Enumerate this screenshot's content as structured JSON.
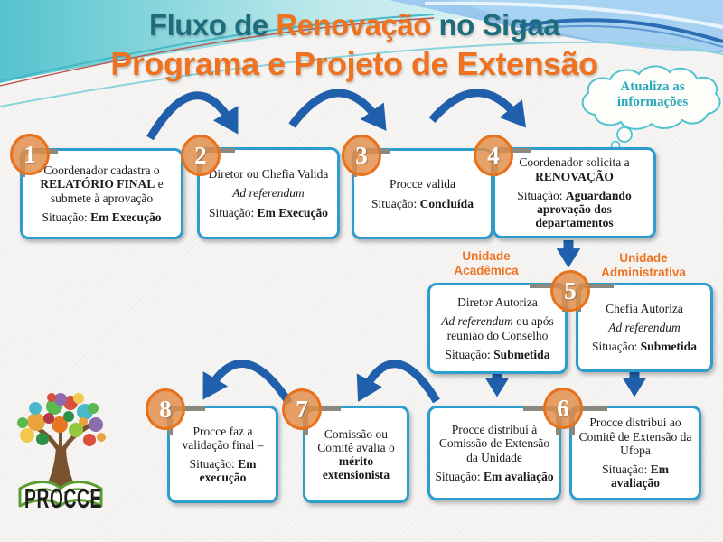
{
  "title": {
    "part1": "Fluxo de ",
    "part2": "Renovação",
    "part3": " no Sigaa",
    "line2": "Programa e Projeto de Extensão"
  },
  "cloud": {
    "line1": "Atualiza as",
    "line2": "informações"
  },
  "branch_labels": {
    "academic": {
      "line1": "Unidade",
      "line2": "Acadêmica"
    },
    "administrative": {
      "line1": "Unidade",
      "line2": "Administrativa"
    }
  },
  "steps": {
    "s1": {
      "num": "1",
      "pre": "Coordenador cadastra o ",
      "bold": "RELATÓRIO FINAL",
      "post": " e submete à aprovação",
      "sit_label": "Situação: ",
      "sit_value": "Em Execução"
    },
    "s2": {
      "num": "2",
      "line1": "Diretor ou Chefia Valida",
      "italic": "Ad referendum",
      "sit_label": "Situação: ",
      "sit_value": "Em Execução"
    },
    "s3": {
      "num": "3",
      "line1": "Procce valida",
      "sit_label": "Situação: ",
      "sit_value": "Concluída"
    },
    "s4": {
      "num": "4",
      "pre": "Coordenador solicita a ",
      "bold": "RENOVAÇÃO",
      "sit_label": "Situação: ",
      "sit_value": "Aguardando aprovação dos departamentos"
    },
    "s5a": {
      "line1": "Diretor Autoriza",
      "italic": "Ad referendum",
      "after_italic": " ou após reunião do Conselho",
      "sit_label": "Situação: ",
      "sit_value": "Submetida"
    },
    "s5b": {
      "num": "5",
      "line1": "Chefia Autoriza",
      "italic": "Ad referendum",
      "sit_label": "Situação: ",
      "sit_value": "Submetida"
    },
    "s6a": {
      "line1": "Procce distribui à Comissão de Extensão da Unidade",
      "sit_label": "Situação: ",
      "sit_value": "Em avaliação"
    },
    "s6b": {
      "num": "6",
      "line1": "Procce distribui ao Comitê de Extensão da Ufopa",
      "sit_label": "Situação: ",
      "sit_value": "Em avaliação"
    },
    "s7": {
      "num": "7",
      "pre": "Comissão ou Comitê avalia o ",
      "bold": "mérito extensionista"
    },
    "s8": {
      "num": "8",
      "line1": "Procce faz a validação final –",
      "sit_label": "Situação: ",
      "sit_value": "Em execução"
    }
  },
  "logo": {
    "text": "PROCCE"
  },
  "colors": {
    "title_teal": "#1d6d7d",
    "accent_orange": "#ee7220",
    "label_orange": "#ed7423",
    "box_border_blue": "#2d9dd0",
    "arrow_blue": "#1f5fac",
    "circle_fill": "#e08c48",
    "circle_border": "#e8721c",
    "cloud_teal": "#4fc3d0",
    "cloud_text_teal": "#2ba9bb"
  }
}
